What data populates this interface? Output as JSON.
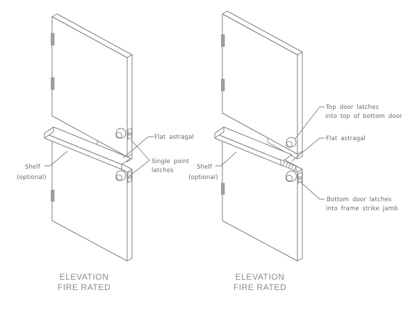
{
  "colors": {
    "background": "#ffffff",
    "line": "#7c7c7c",
    "annotation_text": "#6a6a6a",
    "caption_text": "#8a8a8a",
    "hinge_fill": "#a0a0a0"
  },
  "left_assembly": {
    "caption": {
      "line1": "ELEVATION",
      "line2": "FIRE RATED"
    },
    "labels": {
      "flat_astragal": "Flat astragal",
      "single_point_latches_line1": "Single point",
      "single_point_latches_line2": "latches",
      "shelf_line1": "Shelf",
      "shelf_line2": "(optional)"
    }
  },
  "right_assembly": {
    "caption": {
      "line1": "ELEVATION",
      "line2": "FIRE RATED"
    },
    "labels": {
      "top_door_latch_line1": "Top door latches",
      "top_door_latch_line2": "into top of bottom door",
      "flat_astragal": "Flat astragal",
      "shelf_line1": "Shelf",
      "shelf_line2": "(optional)",
      "bottom_door_latch_line1": "Bottom door latches",
      "bottom_door_latch_line2": "into frame strike jamb"
    }
  }
}
